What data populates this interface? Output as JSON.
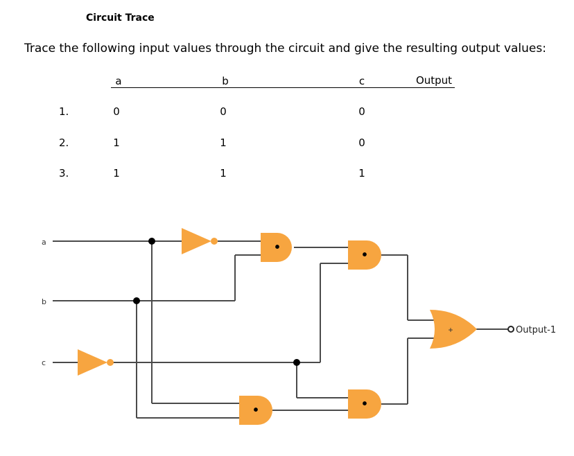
{
  "title": "Circuit Trace",
  "instructions": "Trace the following input values through the circuit and give the resulting output values:",
  "table": {
    "headers": {
      "a": "a",
      "b": "b",
      "c": "c",
      "output": "Output"
    },
    "rows": [
      {
        "num": "1.",
        "a": "0",
        "b": "0",
        "c": "0"
      },
      {
        "num": "2.",
        "a": "1",
        "b": "1",
        "c": "0"
      },
      {
        "num": "3.",
        "a": "1",
        "b": "1",
        "c": "1"
      }
    ]
  },
  "circuit": {
    "inputs": {
      "a": "a",
      "b": "b",
      "c": "c"
    },
    "and_symbol": "•",
    "or_symbol": "+",
    "output_label": "Output-1",
    "gate_color": "#f7a540"
  }
}
